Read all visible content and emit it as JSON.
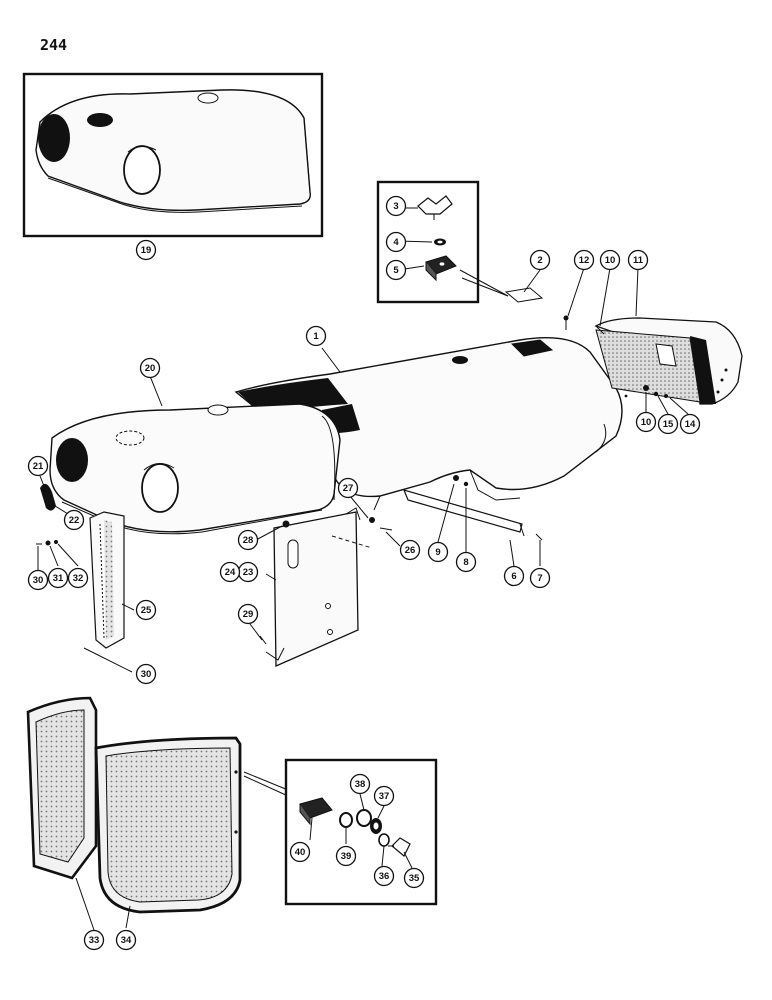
{
  "page_number": "244",
  "callouts": [
    {
      "label": "1"
    },
    {
      "label": "2"
    },
    {
      "label": "3"
    },
    {
      "label": "4"
    },
    {
      "label": "5"
    },
    {
      "label": "6"
    },
    {
      "label": "7"
    },
    {
      "label": "8"
    },
    {
      "label": "9"
    },
    {
      "label": "10"
    },
    {
      "label": "10"
    },
    {
      "label": "11"
    },
    {
      "label": "12"
    },
    {
      "label": "14"
    },
    {
      "label": "15"
    },
    {
      "label": "19"
    },
    {
      "label": "20"
    },
    {
      "label": "21"
    },
    {
      "label": "22"
    },
    {
      "label": "23"
    },
    {
      "label": "24"
    },
    {
      "label": "25"
    },
    {
      "label": "26"
    },
    {
      "label": "27"
    },
    {
      "label": "28"
    },
    {
      "label": "29"
    },
    {
      "label": "30"
    },
    {
      "label": "30"
    },
    {
      "label": "31"
    },
    {
      "label": "32"
    },
    {
      "label": "33"
    },
    {
      "label": "34"
    },
    {
      "label": "35"
    },
    {
      "label": "36"
    },
    {
      "label": "37"
    },
    {
      "label": "38"
    },
    {
      "label": "39"
    },
    {
      "label": "40"
    }
  ]
}
